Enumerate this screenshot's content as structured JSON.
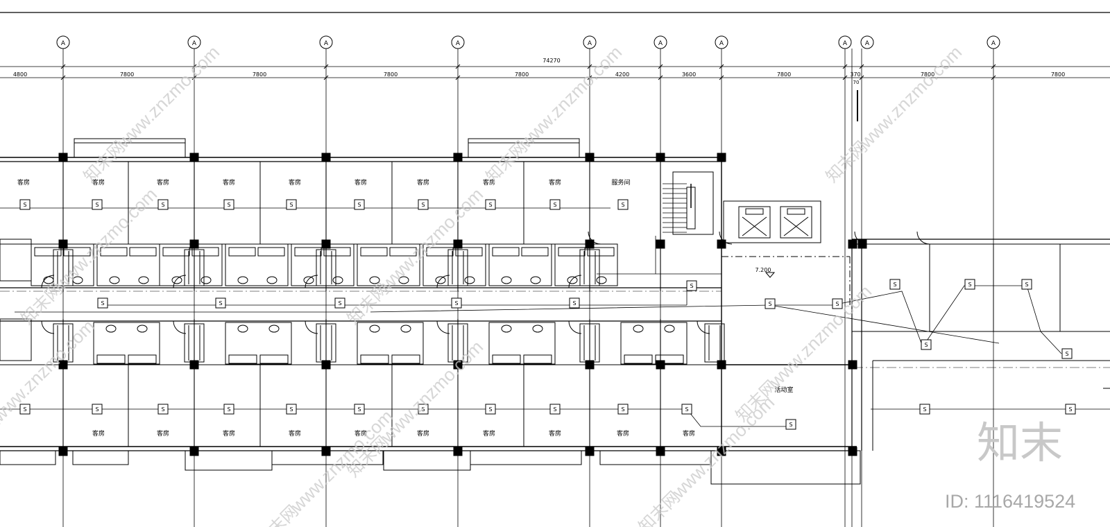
{
  "drawing": {
    "total_dimension": "74270",
    "axis_label": "A",
    "bay_dimensions": [
      "4800",
      "7800",
      "7800",
      "7800",
      "7800",
      "4200",
      "3600",
      "7800",
      "370",
      "7800",
      "7800"
    ],
    "sub_dimension": "70",
    "level_mark": "7.200"
  },
  "rooms": {
    "guest_room": "客房",
    "service_room": "服务间",
    "activity_room": "活动室"
  },
  "switch_symbol": "S",
  "watermark": {
    "site_text": "www.znzmo.com",
    "cn_text": "知末网",
    "logo_text": "知末",
    "id_text": "ID: 1116419524"
  },
  "colors": {
    "line": "#000000",
    "background": "#ffffff",
    "watermark": "#c8c8c8",
    "id_text": "#a8a8a8"
  }
}
